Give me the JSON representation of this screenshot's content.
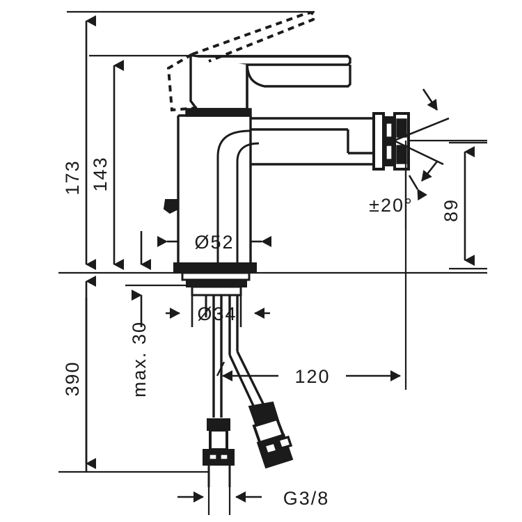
{
  "drawing": {
    "title": "Bidet mixer technical dimension drawing",
    "line_color": "#1b1b1b",
    "background_color": "#ffffff",
    "units": "mm"
  },
  "dimensions": {
    "height_total": "173",
    "height_spout": "143",
    "height_below": "390",
    "max_thickness": "max. 30",
    "body_diameter": "Ø52",
    "shank_diameter": "Ø34",
    "swivel_angle": "±20°",
    "spout_height": "89",
    "spout_reach": "120",
    "thread": "G3/8"
  }
}
